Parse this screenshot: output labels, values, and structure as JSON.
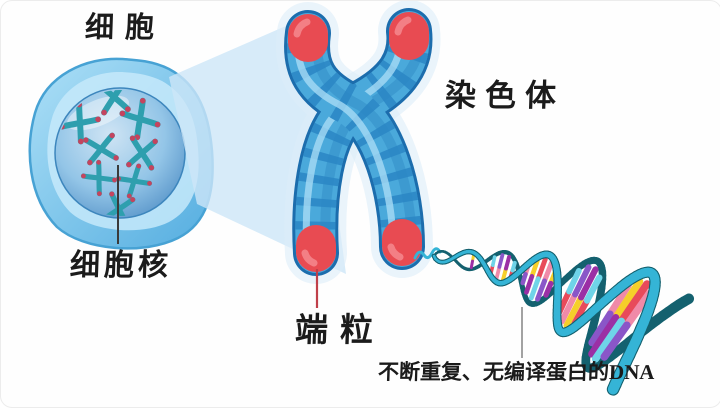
{
  "labels": {
    "cell": "细胞",
    "nucleus": "细胞核",
    "chromosome": "染色体",
    "telomere": "端粒",
    "dna_caption": "不断重复、无编译蛋白的DNA"
  },
  "colors": {
    "background": "#fefefe",
    "text": "#1b1b1b",
    "beam": "#cde6f7",
    "cell_body": "#8fd0f0",
    "cell_inner": "#c6e9fa",
    "nucleus_edge": "#4d8dc3",
    "mini_chromosome": "#2e9fae",
    "mini_chromosome_tip": "#c4445e",
    "chromosome_body": "#4aa9db",
    "chromosome_band": "#2a86c4",
    "chromosome_outline": "#1c6dad",
    "telomere_cap": "#e84b52",
    "dna_backbone_dark": "#14616f",
    "dna_backbone_light": "#35b4d6",
    "pointer_dark": "#3a3a3a",
    "pointer_red": "#c0404a",
    "pointer_gray": "#8a8a8a"
  },
  "dna_rung_colors": [
    "#f5cf2a",
    "#9b2fa5",
    "#e84a5a",
    "#6fd4e8",
    "#f08aa8",
    "#8a56c8"
  ]
}
